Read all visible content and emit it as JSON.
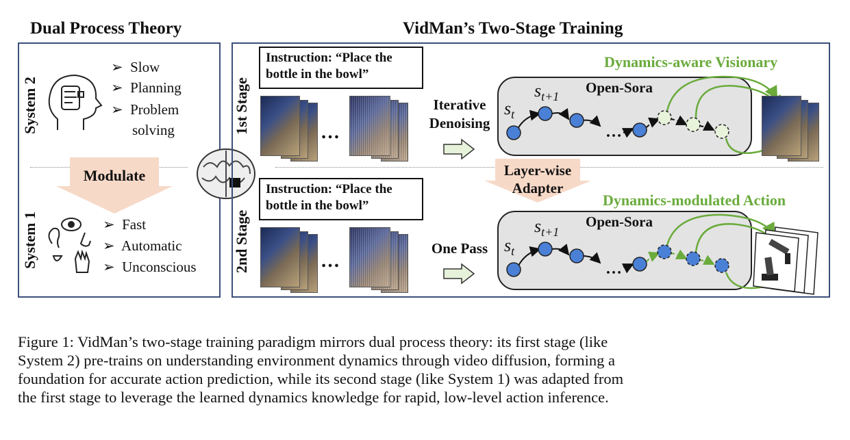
{
  "left_title": "Dual Process Theory",
  "right_title": "VidMan’s Two-Stage Training",
  "system2": {
    "label": "System 2",
    "bullets": [
      "Slow",
      "Planning",
      "Problem",
      "solving"
    ]
  },
  "modulate": "Modulate",
  "system1": {
    "label": "System 1",
    "bullets": [
      "Fast",
      "Automatic",
      "Unconscious"
    ]
  },
  "stage1": {
    "label": "1st Stage",
    "instruction_line1": "Instruction: “Place the",
    "instruction_line2": "bottle in the bowl”",
    "ellipsis": "…",
    "step_line1": "Iterative",
    "step_line2": "Denoising",
    "model": "Open-Sora",
    "output_label": "Dynamics-aware Visionary"
  },
  "adapter_line1": "Layer-wise",
  "adapter_line2": "Adapter",
  "stage2": {
    "label": "2nd Stage",
    "instruction_line1": "Instruction: “Place the",
    "instruction_line2": "bottle in the bowl”",
    "ellipsis": "…",
    "step": "One Pass",
    "model": "Open-Sora",
    "output_label": "Dynamics-modulated Action"
  },
  "states": {
    "s_t": "s",
    "s_t_sub": "t",
    "s_t1": "s",
    "s_t1_sub": "t+1",
    "dots": "…"
  },
  "caption": [
    "Figure 1: VidMan’s two-stage training paradigm mirrors dual process theory: its first stage (like",
    "System 2) pre-trains on understanding environment dynamics through video diffusion, forming a",
    "foundation for accurate action prediction, while its second stage (like System 1) was adapted from",
    "the first stage to leverage the learned dynamics knowledge for rapid, low-level action inference."
  ],
  "colors": {
    "panel_border": "#3c4f7a",
    "node_fill": "#4a80d6",
    "ghost_fill": "#e8f3dc",
    "green_accent": "#6aab3c",
    "arrow_fill": "#f7d9c8",
    "open_sora_bg": "#e3e3e3"
  },
  "icons": [
    "head-brain-icon",
    "senses-icon",
    "brain-chip-icon",
    "robot-arm-icon"
  ]
}
